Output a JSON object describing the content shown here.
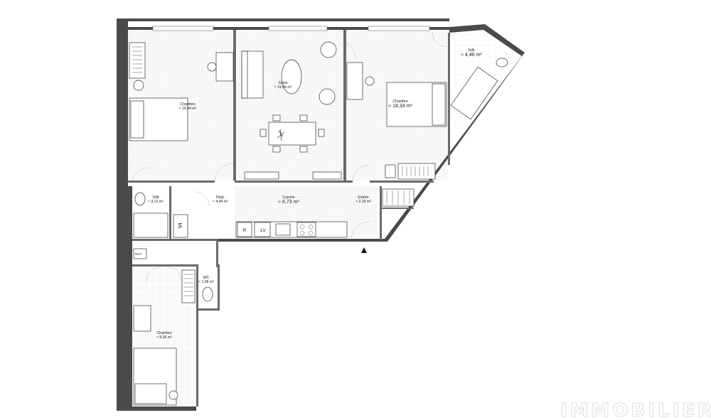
{
  "rooms": [
    {
      "name": "Chambre",
      "area": "≈ 19,04 m²"
    },
    {
      "name": "Salon",
      "area": "≈ 19,04 m²"
    },
    {
      "name": "Chambre",
      "area": "≈ 18,34 m²"
    },
    {
      "name": "Sdb",
      "area": "≈ 4,46 m²"
    },
    {
      "name": "Sdb",
      "area": "≈ 3,12 m²"
    },
    {
      "name": "Dégt.",
      "area": "≈ 4,44 m²"
    },
    {
      "name": "Cuisine",
      "area": "≈ 6,73 m²"
    },
    {
      "name": "Entrée",
      "area": "≈ 2,18 m²"
    },
    {
      "name": "WC",
      "area": "≈ 1,08 m²"
    },
    {
      "name": "Chambre",
      "area": "≈ 9,36 m²"
    }
  ],
  "labels": {
    "ml": "ML",
    "r": "R",
    "lv": "LV",
    "rgt": "RGT"
  },
  "watermark": "IMMOBILIER"
}
